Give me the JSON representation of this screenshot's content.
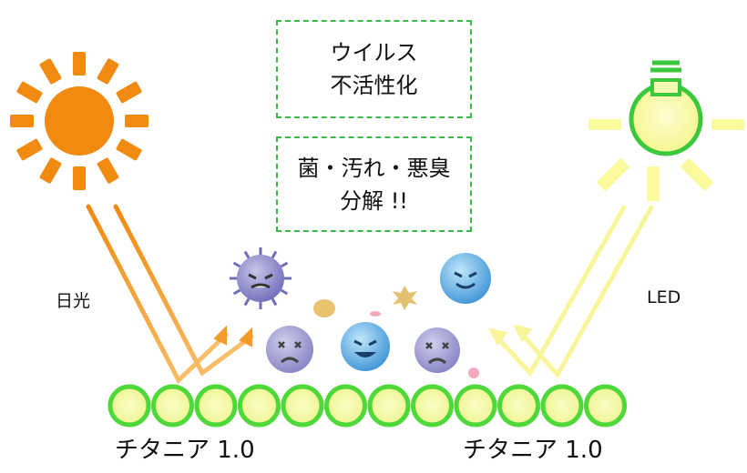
{
  "box_virus": {
    "line1": "ウイルス",
    "line2": "不活性化"
  },
  "box_decompose": {
    "line1": "菌・汚れ・悪臭",
    "line2": "分解 !!"
  },
  "sunlight_label": "日光",
  "led_label": "LED",
  "titania_left": "チタニア 1.0",
  "titania_right": "チタニア 1.0",
  "colors": {
    "sun": "#f08a10",
    "sun_arrow": "#f39a2a",
    "led_arrow": "#f8f59a",
    "bulb": "#fafa9c",
    "bulb_outline": "#3cc83c",
    "particle_fill": "#f6f8a0",
    "particle_ring": "#4ed83a",
    "box_border": "#3cb84a"
  },
  "icons": [
    "sun-icon",
    "light-bulb-icon",
    "virus-icon",
    "germ-icon",
    "dust-icon",
    "titania-particle-icon"
  ]
}
